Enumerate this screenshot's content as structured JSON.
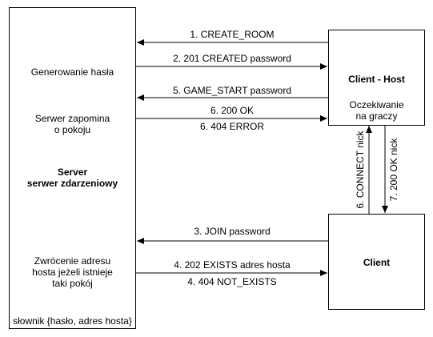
{
  "server": {
    "title": "Server",
    "subtitle": "serwer zdarzeniowy",
    "note_password": "Generowanie hasła",
    "note_remember_line1": "Serwer zapomina",
    "note_remember_line2": "o pokoju",
    "note_return_line1": "Zwrócenie adresu",
    "note_return_line2": "hosta jeżeli istnieje",
    "note_return_line3": "taki pokój",
    "dictionary": "słownik {hasło, adres hosta}"
  },
  "host": {
    "title": "Client - Host",
    "status_line1": "Oczekiwanie",
    "status_line2": "na graczy"
  },
  "client": {
    "title": "Client"
  },
  "messages": {
    "m1": "1. CREATE_ROOM",
    "m2": "2. 201 CREATED password",
    "m5": "5. GAME_START password",
    "m6a": "6. 200 OK",
    "m6b": "6. 404 ERROR",
    "m3": "3. JOIN password",
    "m4a": "4. 202 EXISTS adres hosta",
    "m4b": "4. 404 NOT_EXISTS",
    "m6c": "6. CONNECT nick",
    "m7": "7. 200 OK nick"
  },
  "colors": {
    "line": "#000000",
    "background": "#ffffff"
  }
}
